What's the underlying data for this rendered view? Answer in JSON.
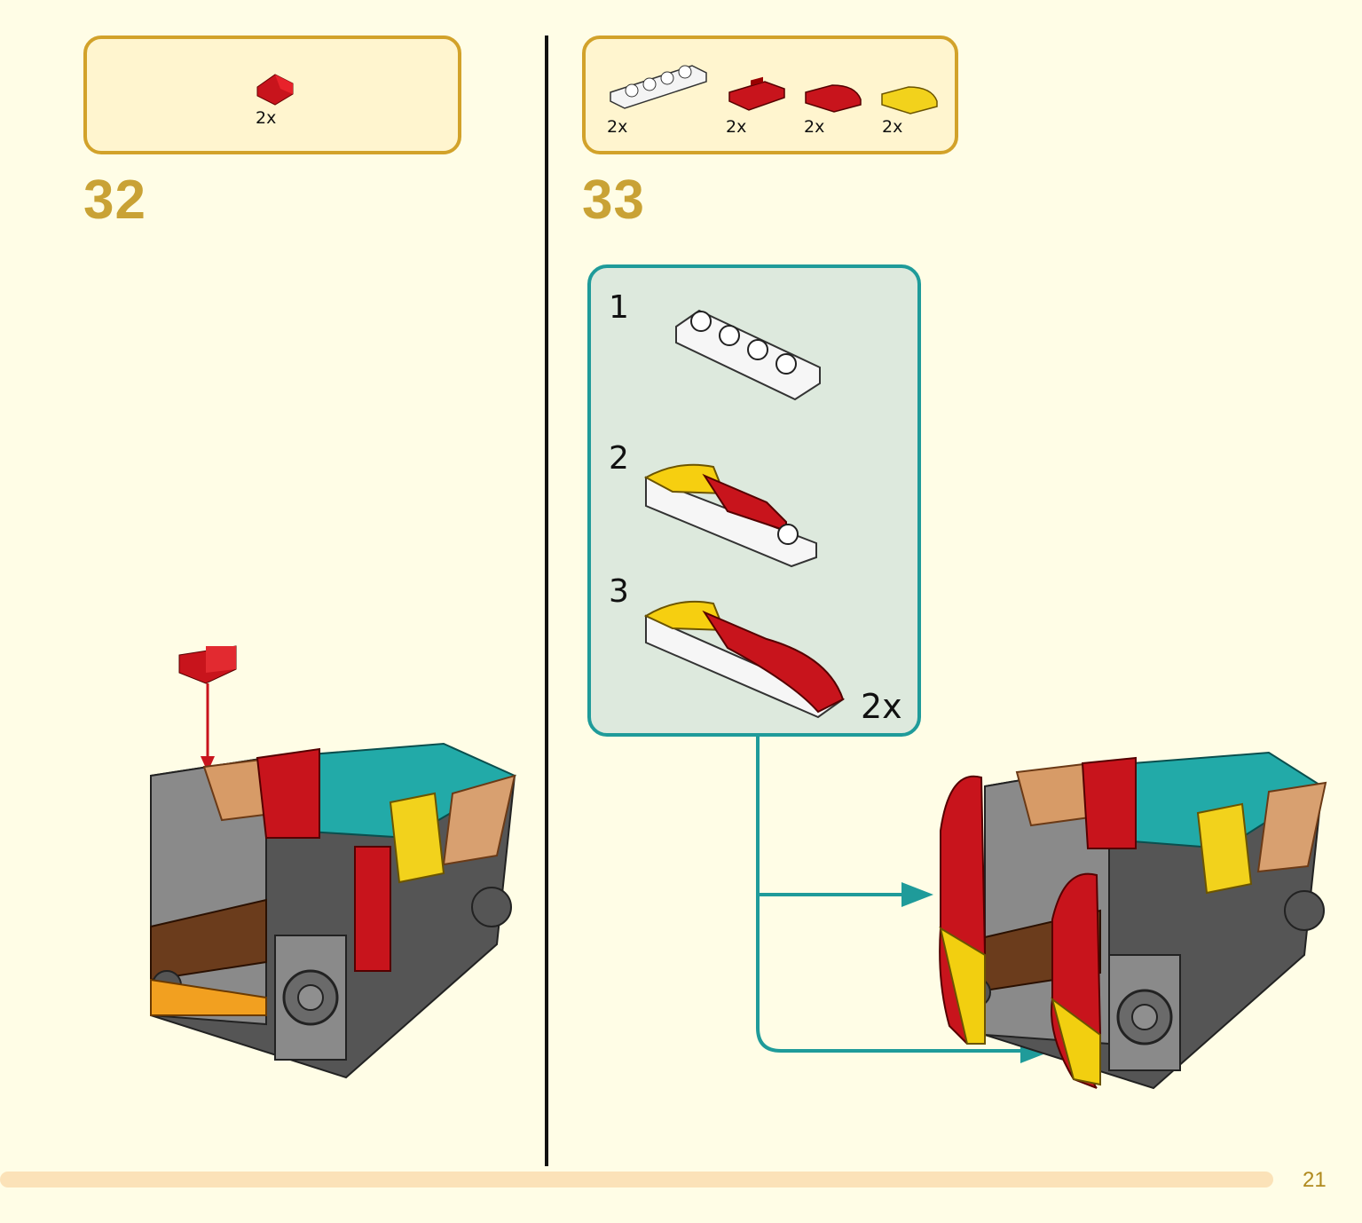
{
  "steps": [
    {
      "number": "32",
      "parts": [
        {
          "qty": "2x",
          "icon": "red-slope-brick-icon"
        }
      ]
    },
    {
      "number": "33",
      "parts": [
        {
          "qty": "2x",
          "icon": "white-plate-1x4-icon"
        },
        {
          "qty": "2x",
          "icon": "red-tile-grille-icon"
        },
        {
          "qty": "2x",
          "icon": "red-curved-slope-icon"
        },
        {
          "qty": "2x",
          "icon": "yellow-curved-slope-icon"
        }
      ],
      "subassembly": {
        "stages": [
          "1",
          "2",
          "3"
        ],
        "qty": "2x"
      }
    }
  ],
  "colors": {
    "background": "#fffde6",
    "parts_border": "#d2a22a",
    "step_number": "#c9a235",
    "sub_border": "#1f9b9a",
    "arrow": "#1f9b9a"
  },
  "page_number": "21"
}
